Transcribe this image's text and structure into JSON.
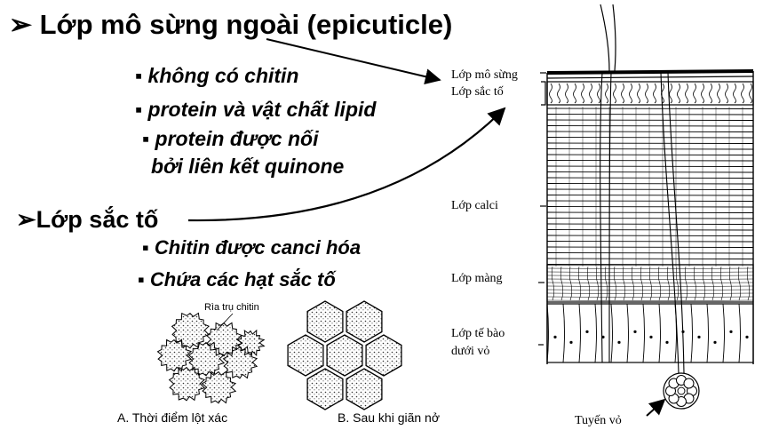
{
  "headings": {
    "epicuticle": "➢ Lớp mô sừng ngoài (epicuticle)",
    "pigment": "➢Lớp sắc tố"
  },
  "epicuticle_points": [
    "▪ không có chitin",
    "▪ protein và vật  chất lipid",
    "▪ protein được nối",
    "bởi liên kết quinone"
  ],
  "pigment_points": [
    "▪ Chitin được canci hóa",
    "▪ Chứa các hạt sắc tố"
  ],
  "layer_labels": {
    "epicuticle": "Lớp mô sừng",
    "pigment": "Lớp sắc tố",
    "calcium": "Lớp calci",
    "membrane": "Lớp màng",
    "epidermis_line1": "Lớp tế bào",
    "epidermis_line2": "dưới vỏ",
    "gland": "Tuyến vỏ"
  },
  "figure_labels": {
    "chitin_rim": "Rìa trụ chitin",
    "panel_a": "A. Thời điểm lột xác",
    "panel_b": "B. Sau khi giãn nở"
  }
}
